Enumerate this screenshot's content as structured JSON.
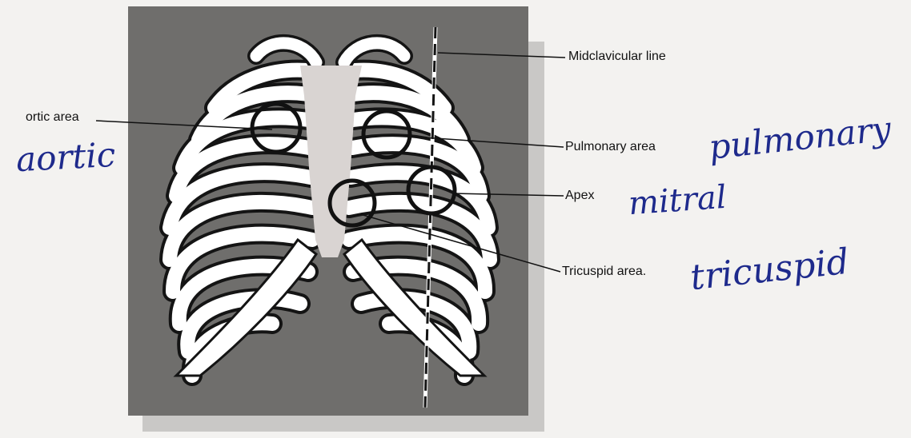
{
  "labels": {
    "midclavicular": "Midclavicular line",
    "aortic": "ortic area",
    "pulmonary": "Pulmonary area",
    "apex": "Apex",
    "tricuspid": "Tricuspid area."
  },
  "annotations": {
    "aortic": "aortic",
    "pulmonary": "pulmonary",
    "mitral": "mitral",
    "tricuspid": "tricuspid"
  },
  "colors": {
    "page_background": "#f3f2f0",
    "panel_background": "#6f6e6c",
    "panel_shadow": "#c9c8c6",
    "rib_fill": "#ffffff",
    "rib_outline": "#141414",
    "sternum": "#d9d4d2",
    "circle_stroke": "#111111",
    "leader_line": "#111111",
    "handwriting_ink": "#1e2a8c"
  }
}
